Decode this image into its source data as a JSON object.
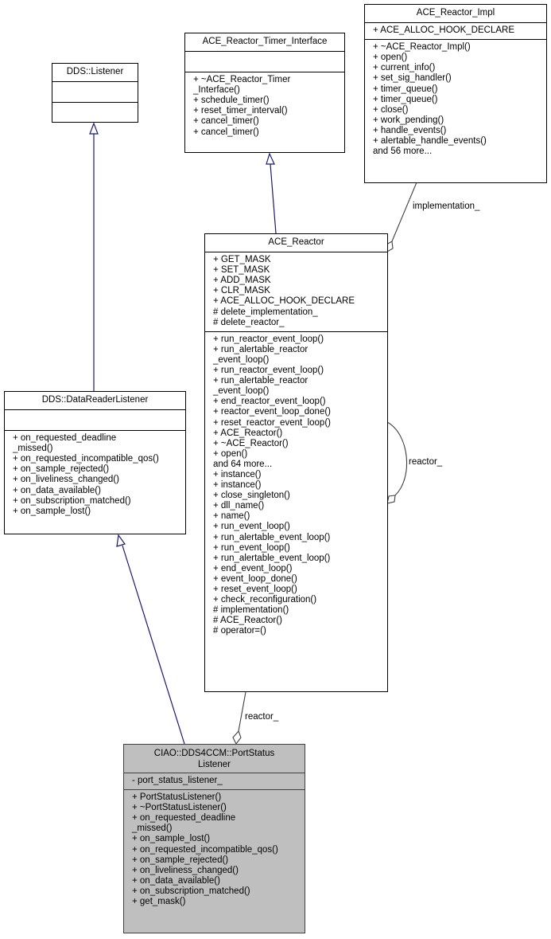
{
  "diagram": {
    "classes": {
      "dds_listener": {
        "name": "DDS::Listener",
        "attributes": [],
        "methods": []
      },
      "timer_interface": {
        "name": "ACE_Reactor_Timer_Interface",
        "attributes": [],
        "methods": [
          "+ ~ACE_Reactor_Timer",
          "_Interface()",
          "+ schedule_timer()",
          "+ reset_timer_interval()",
          "+ cancel_timer()",
          "+ cancel_timer()"
        ]
      },
      "reactor_impl": {
        "name": "ACE_Reactor_Impl",
        "attributes": [
          "+ ACE_ALLOC_HOOK_DECLARE"
        ],
        "methods": [
          "+ ~ACE_Reactor_Impl()",
          "+ open()",
          "+ current_info()",
          "+ set_sig_handler()",
          "+ timer_queue()",
          "+ timer_queue()",
          "+ close()",
          "+ work_pending()",
          "+ handle_events()",
          "+ alertable_handle_events()",
          "and 56 more..."
        ]
      },
      "ace_reactor": {
        "name": "ACE_Reactor",
        "attributes": [
          "+ GET_MASK",
          "+ SET_MASK",
          "+ ADD_MASK",
          "+ CLR_MASK",
          "+ ACE_ALLOC_HOOK_DECLARE",
          "# delete_implementation_",
          "# delete_reactor_"
        ],
        "methods": [
          "+ run_reactor_event_loop()",
          "+ run_alertable_reactor",
          "_event_loop()",
          "+ run_reactor_event_loop()",
          "+ run_alertable_reactor",
          "_event_loop()",
          "+ end_reactor_event_loop()",
          "+ reactor_event_loop_done()",
          "+ reset_reactor_event_loop()",
          "+ ACE_Reactor()",
          "+ ~ACE_Reactor()",
          "+ open()",
          "and 64 more...",
          "+ instance()",
          "+ instance()",
          "+ close_singleton()",
          "+ dll_name()",
          "+ name()",
          "+ run_event_loop()",
          "+ run_alertable_event_loop()",
          "+ run_event_loop()",
          "+ run_alertable_event_loop()",
          "+ end_event_loop()",
          "+ event_loop_done()",
          "+ reset_event_loop()",
          "+ check_reconfiguration()",
          "# implementation()",
          "# ACE_Reactor()",
          "# operator=()"
        ]
      },
      "data_reader_listener": {
        "name": "DDS::DataReaderListener",
        "attributes": [],
        "methods": [
          "+ on_requested_deadline",
          "_missed()",
          "+ on_requested_incompatible_qos()",
          "+ on_sample_rejected()",
          "+ on_liveliness_changed()",
          "+ on_data_available()",
          "+ on_subscription_matched()",
          "+ on_sample_lost()"
        ]
      },
      "port_status_listener": {
        "name": "CIAO::DDS4CCM::PortStatus\nListener",
        "attributes": [
          "- port_status_listener_"
        ],
        "methods": [
          "+ PortStatusListener()",
          "+ ~PortStatusListener()",
          "+ on_requested_deadline",
          "_missed()",
          "+ on_sample_lost()",
          "+ on_requested_incompatible_qos()",
          "+ on_sample_rejected()",
          "+ on_liveliness_changed()",
          "+ on_data_available()",
          "+ on_subscription_matched()",
          "+ get_mask()"
        ]
      }
    },
    "edge_labels": {
      "implementation": "implementation_",
      "reactor_self": "reactor_",
      "reactor_member": "reactor_"
    },
    "colors": {
      "inheritance_edge": "#191970",
      "association_edge": "#404040",
      "focus_fill": "#bfbfbf",
      "box_fill": "#ffffff"
    }
  }
}
